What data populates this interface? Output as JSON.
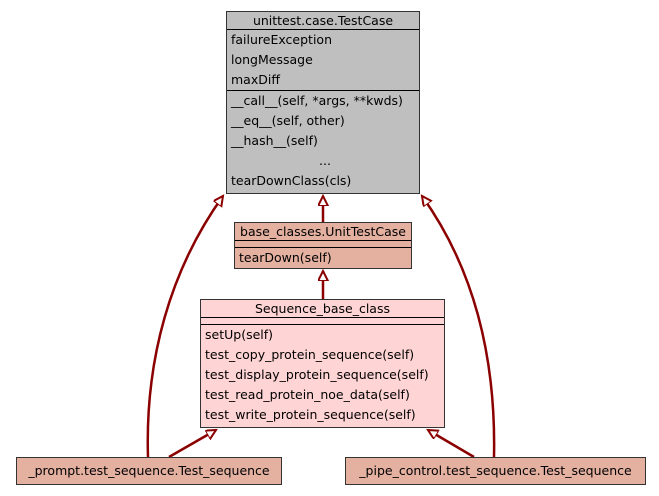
{
  "colors": {
    "edge": "#8b0000",
    "testcase_fill": "#bfbfbf",
    "unittestcase_fill": "#e4b0a0",
    "sequence_fill": "#ffd4d4",
    "leaf_fill": "#e4b0a0"
  },
  "classes": {
    "testcase": {
      "name": "unittest.case.TestCase",
      "attributes": [
        "failureException",
        "longMessage",
        "maxDiff"
      ],
      "methods": [
        "__call__(self, *args, **kwds)",
        "__eq__(self, other)",
        "__hash__(self)",
        "...",
        "tearDownClass(cls)"
      ]
    },
    "unittestcase": {
      "name": "base_classes.UnitTestCase",
      "attributes": [],
      "methods": [
        "tearDown(self)"
      ]
    },
    "sequence_base": {
      "name": "Sequence_base_class",
      "attributes": [],
      "methods": [
        "setUp(self)",
        "test_copy_protein_sequence(self)",
        "test_display_protein_sequence(self)",
        "test_read_protein_noe_data(self)",
        "test_write_protein_sequence(self)"
      ]
    },
    "prompt_test": {
      "name": "_prompt.test_sequence.Test_sequence"
    },
    "pipe_test": {
      "name": "_pipe_control.test_sequence.Test_sequence"
    }
  },
  "edges": [
    {
      "from": "unittestcase",
      "to": "testcase",
      "type": "inheritance"
    },
    {
      "from": "sequence_base",
      "to": "unittestcase",
      "type": "inheritance"
    },
    {
      "from": "prompt_test",
      "to": "sequence_base",
      "type": "inheritance"
    },
    {
      "from": "pipe_test",
      "to": "sequence_base",
      "type": "inheritance"
    },
    {
      "from": "prompt_test",
      "to": "testcase",
      "type": "inheritance"
    },
    {
      "from": "pipe_test",
      "to": "testcase",
      "type": "inheritance"
    }
  ]
}
